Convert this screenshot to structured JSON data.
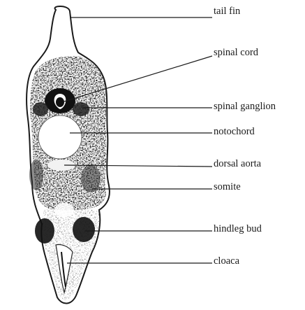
{
  "figure": {
    "labels": [
      {
        "id": "tail-fin",
        "text": "tail fin"
      },
      {
        "id": "spinal-cord",
        "text": "spinal cord"
      },
      {
        "id": "spinal-ganglion",
        "text": "spinal ganglion"
      },
      {
        "id": "notochord",
        "text": "notochord"
      },
      {
        "id": "dorsal-aorta",
        "text": "dorsal aorta"
      },
      {
        "id": "somite",
        "text": "somite"
      },
      {
        "id": "hindleg-bud",
        "text": "hindleg bud"
      },
      {
        "id": "cloaca",
        "text": "cloaca"
      }
    ],
    "colors": {
      "ink": "#1a1a1a",
      "tissue": "#2b2b2b",
      "background": "#ffffff"
    }
  }
}
